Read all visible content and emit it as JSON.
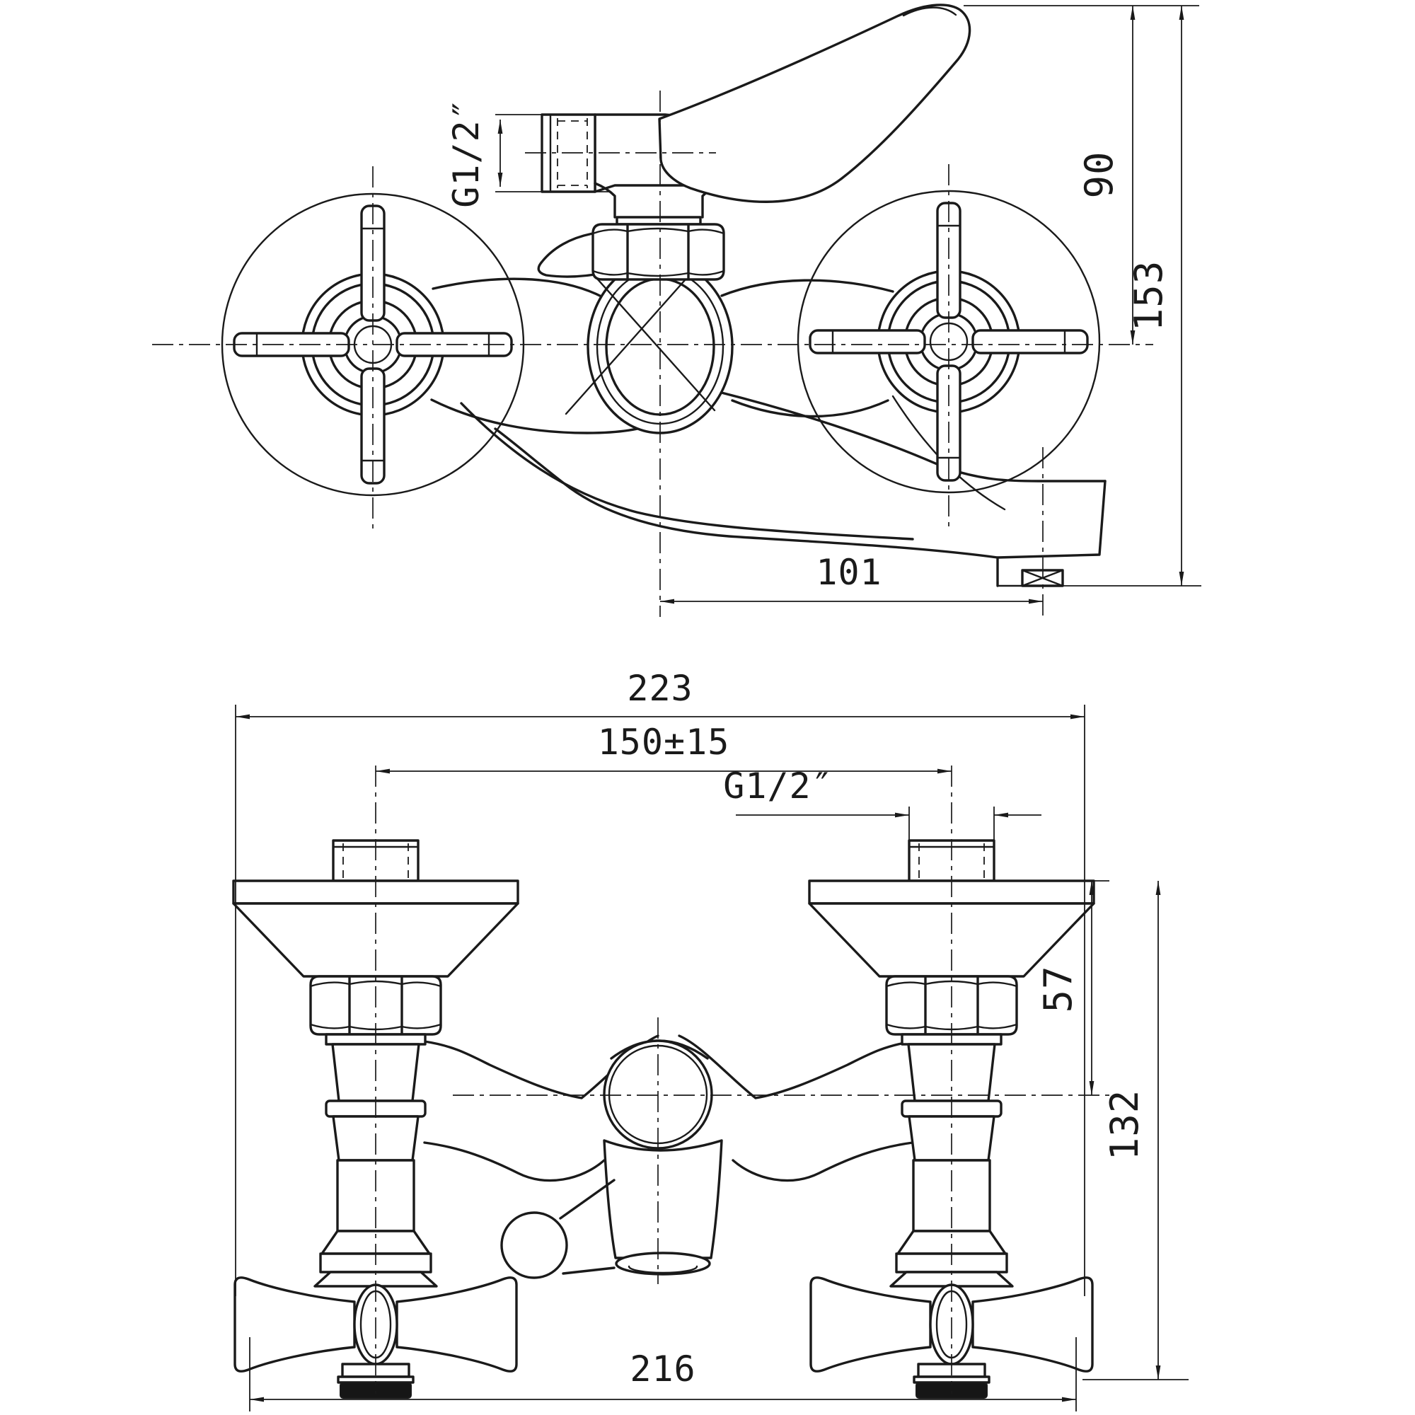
{
  "page": {
    "background": "#ffffff",
    "line_color": "#1a1a1a",
    "kind": "technical dimension drawing, wall-mounted bath/shower mixer faucet, two orthographic views"
  },
  "front_view": {
    "dims": {
      "thread": "G1/2″",
      "height_to_axis": "90",
      "height_total": "153",
      "spout_reach": "101"
    }
  },
  "plan_view": {
    "dims": {
      "overall_width": "223",
      "supply_centers": "150±15",
      "thread": "G1/2″",
      "depth_to_axis": "57",
      "depth_total": "132",
      "handle_span": "216"
    }
  }
}
